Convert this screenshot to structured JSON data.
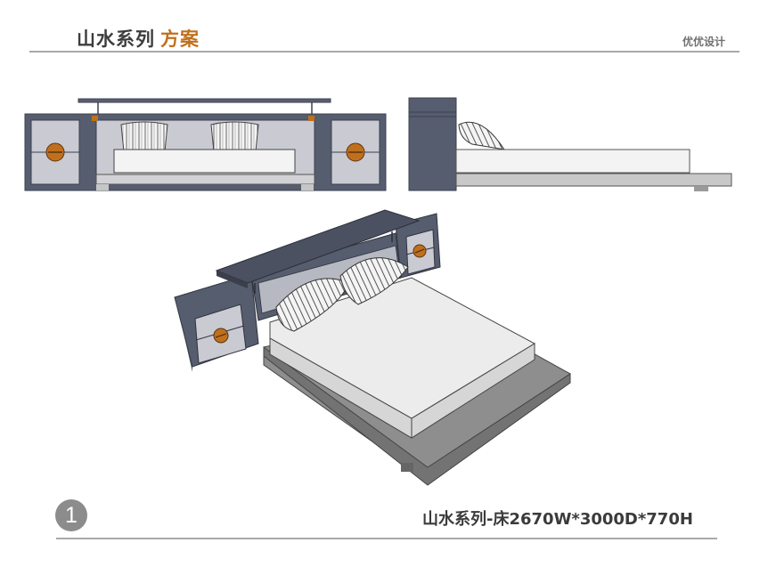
{
  "header": {
    "title_main": "山水系列",
    "title_accent": "方案",
    "brand": "优优设计"
  },
  "footer": {
    "page_number": "1",
    "caption": "山水系列-床2670W*3000D*770H"
  },
  "colors": {
    "accent": "#c0701d",
    "frame_dark": "#565d6e",
    "panel_light": "#c9cad2",
    "mattress": "#f3f3f3",
    "platform": "#9c9c9c"
  }
}
